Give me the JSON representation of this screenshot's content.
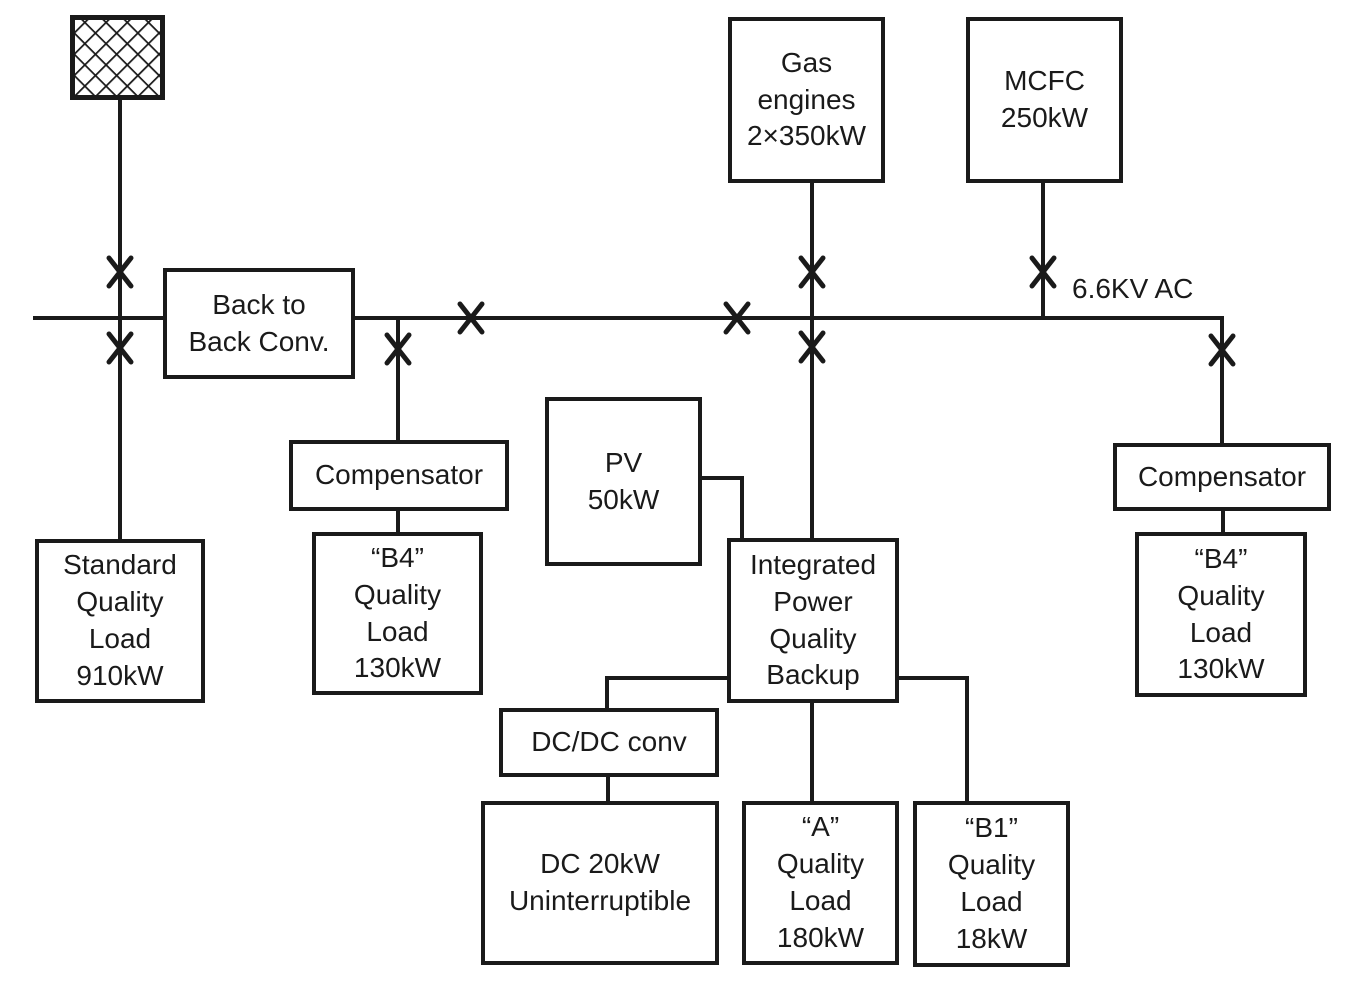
{
  "diagram": {
    "bus_label": "6.6KV AC",
    "colors": {
      "line": "#1a1a1a",
      "background": "#ffffff"
    },
    "icons": {
      "utility_grid": "crosshatch-square",
      "switch": "x-cross"
    },
    "nodes": {
      "back_to_back": {
        "label": "Back to\nBack Conv."
      },
      "gas_engines": {
        "label": "Gas\nengines\n2×350kW"
      },
      "mcfc": {
        "label": "MCFC\n250kW"
      },
      "compensator_left": {
        "label": "Compensator"
      },
      "pv": {
        "label": "PV\n50kW"
      },
      "integrated_backup": {
        "label": "Integrated\nPower\nQuality\nBackup"
      },
      "compensator_right": {
        "label": "Compensator"
      },
      "standard_load": {
        "label": "Standard\nQuality\nLoad\n910kW"
      },
      "b4_load_left": {
        "label": "“B4”\nQuality\nLoad\n130kW"
      },
      "b4_load_right": {
        "label": "“B4”\nQuality\nLoad\n130kW"
      },
      "dcdc_conv": {
        "label": "DC/DC conv"
      },
      "dc_ups": {
        "label": "DC 20kW\nUninterruptible"
      },
      "a_load": {
        "label": "“A”\nQuality\nLoad\n180kW"
      },
      "b1_load": {
        "label": "“B1”\nQuality\nLoad\n18kW"
      }
    }
  }
}
